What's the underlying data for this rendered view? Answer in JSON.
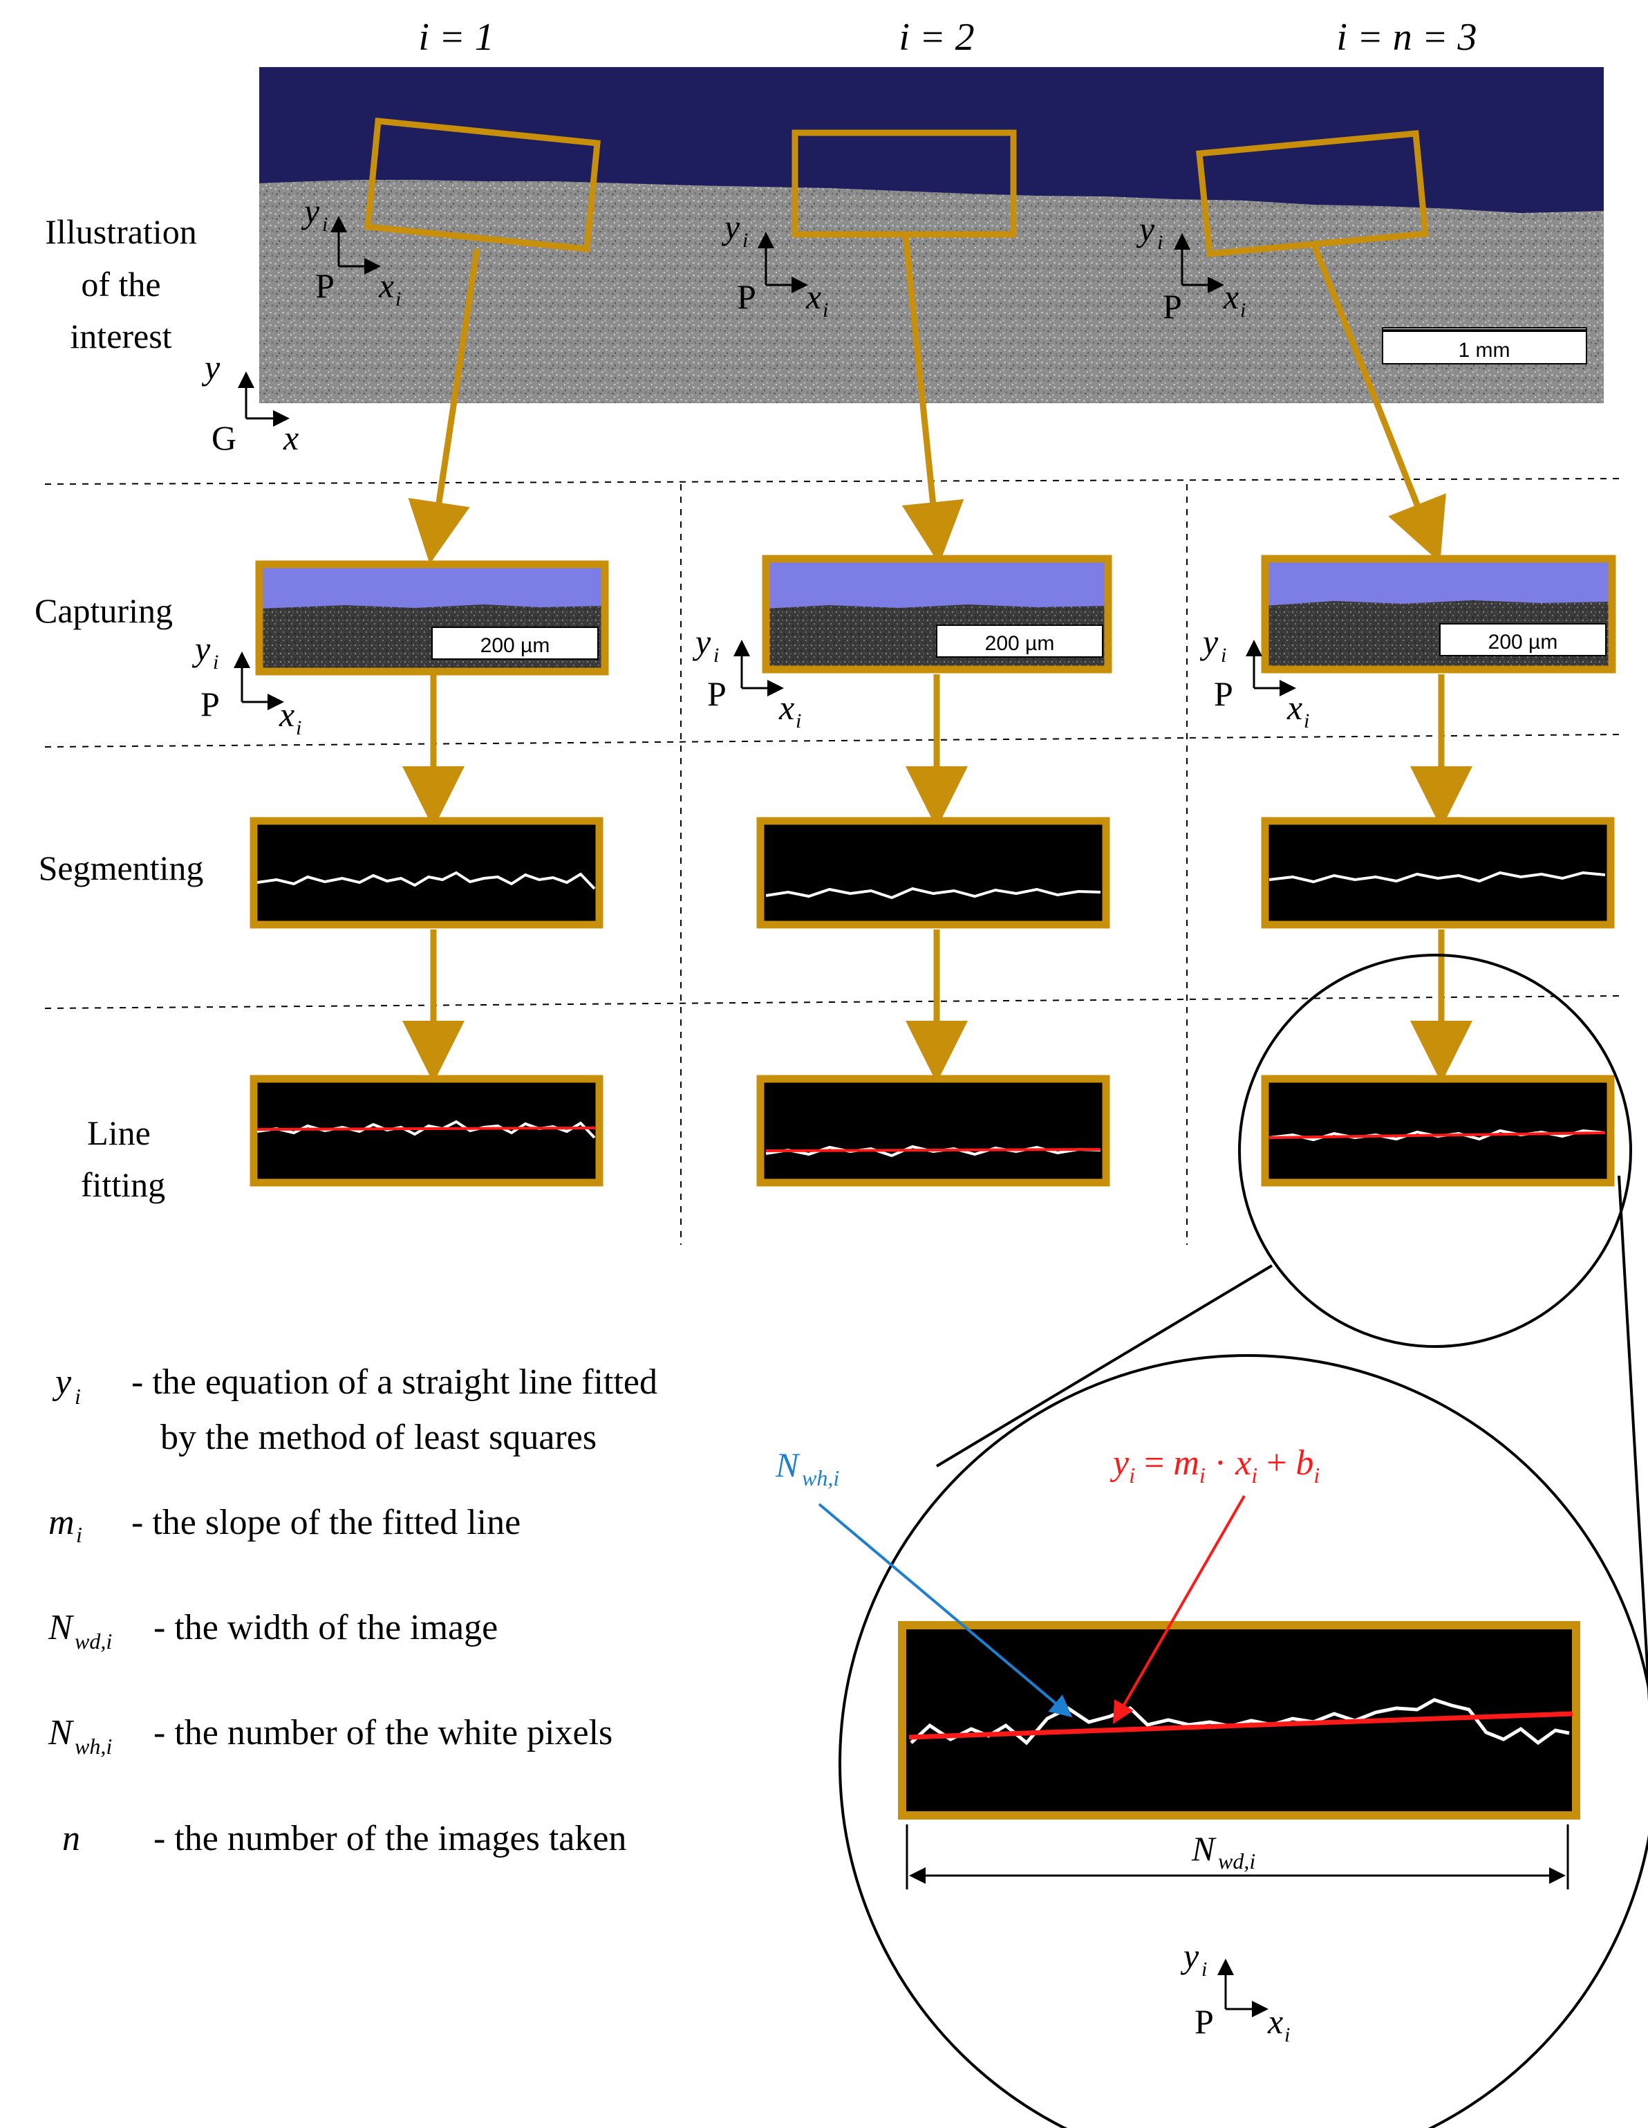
{
  "header": {
    "col1": "i = 1",
    "col2": "i = 2",
    "col3": "i = n = 3"
  },
  "rows": {
    "illustration": [
      "Illustration",
      "of the",
      "interest"
    ],
    "capturing": "Capturing",
    "segmenting": "Segmenting",
    "line_fitting": [
      "Line",
      "fitting"
    ]
  },
  "coords": {
    "local_origin": "P",
    "global_origin": "G",
    "y_local": "y",
    "x_local": "x",
    "sub_i": "i",
    "y_global": "y",
    "x_global": "x"
  },
  "scale_bars": {
    "overview": "1 mm",
    "capture": "200 µm"
  },
  "legend": [
    {
      "symbol": "y",
      "sub": "i",
      "text": [
        "- the equation of a straight line fitted",
        "by the method of least squares"
      ]
    },
    {
      "symbol": "m",
      "sub": "i",
      "text": [
        "- the slope of the fitted line"
      ]
    },
    {
      "symbol": "N",
      "sub": "wd,i",
      "text": [
        "- the width of the image"
      ]
    },
    {
      "symbol": "N",
      "sub": "wh,i",
      "text": [
        "- the number of the white pixels"
      ]
    },
    {
      "symbol": "n",
      "sub": "",
      "text": [
        "- the number of the images taken"
      ]
    }
  ],
  "zoom": {
    "pointer_white": {
      "symbol": "N",
      "sub": "wh,i"
    },
    "equation": {
      "y": "y",
      "yi": "i",
      "eq": " = ",
      "m": "m",
      "mi": "i",
      "dot": " · ",
      "x": "x",
      "xi": "i",
      "plus": " + ",
      "b": "b",
      "bi": "i"
    },
    "width_label": {
      "symbol": "N",
      "sub": "wd,i"
    }
  },
  "colors": {
    "frame": "#C8900A",
    "arrow": "#C8900A",
    "sky": "#1e1d5e",
    "capture_sky": "#7c7ee6",
    "fit_line": "#ff1a1a",
    "pointer_blue": "#1e7fd0"
  }
}
